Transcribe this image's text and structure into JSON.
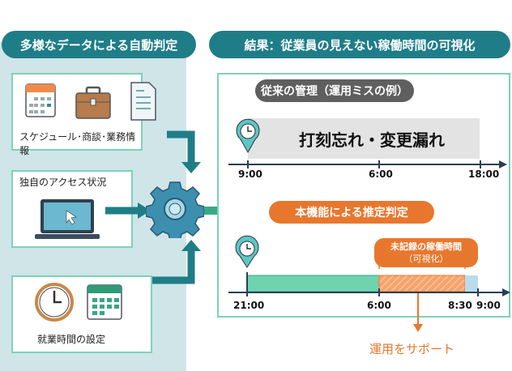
{
  "left_header": "多様なデータによる自動判定",
  "right_header": "結果：従業員の見えない稼働時間の可視化",
  "sources": [
    {
      "label": "スケジュール･商談･業務情報",
      "icons": [
        "calendar-icon",
        "briefcase-icon",
        "document-icon"
      ]
    },
    {
      "label": "独自のアクセス状況",
      "icons": [
        "laptop-icon"
      ]
    },
    {
      "label": "就業時間の設定",
      "icons": [
        "clock-icon",
        "calendar-icon"
      ]
    }
  ],
  "traditional": {
    "title": "従来の管理（運用ミスの例）",
    "banner": "打刻忘れ・変更漏れ",
    "ticks": [
      "9:00",
      "6:00",
      "18:00"
    ]
  },
  "estimation": {
    "title": "本機能による推定判定",
    "callout_line1": "未記録の稼働時間",
    "callout_line2": "（可視化）",
    "ticks": [
      "21:00",
      "6:00",
      "8:30",
      "9:00"
    ]
  },
  "support_label": "運用をサポート",
  "colors": {
    "teal": "#1f7d88",
    "green": "#6fd3b0",
    "orange": "#e8772e",
    "gray": "#5a5a5a"
  }
}
